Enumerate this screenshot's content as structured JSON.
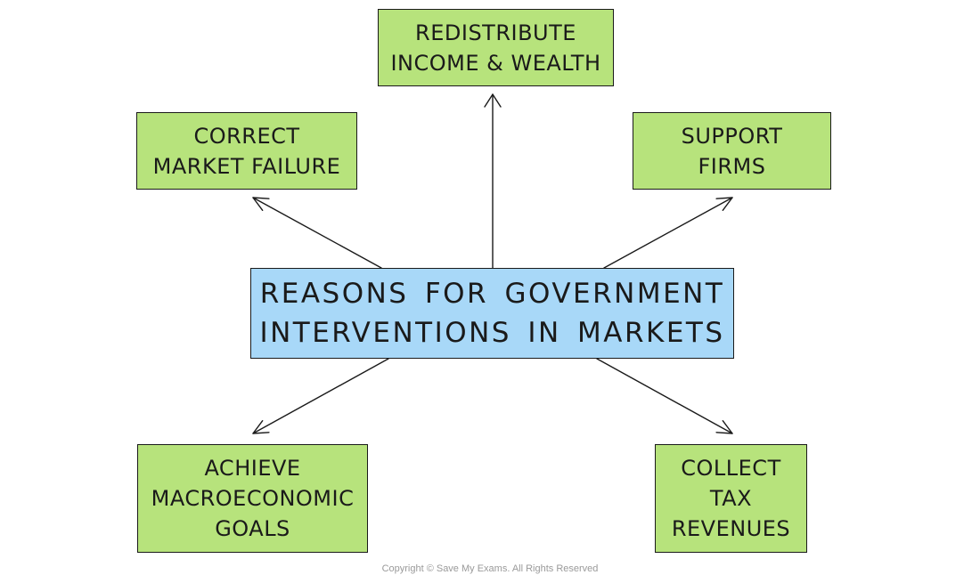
{
  "center": {
    "lines": [
      "REASONS FOR GOVERNMENT",
      "INTERVENTIONS IN MARKETS"
    ]
  },
  "nodes": {
    "top": {
      "lines": [
        "REDISTRIBUTE",
        "INCOME & WEALTH"
      ]
    },
    "left": {
      "lines": [
        "CORRECT",
        "MARKET FAILURE"
      ]
    },
    "right": {
      "lines": [
        "SUPPORT",
        "FIRMS"
      ]
    },
    "bottom_left": {
      "lines": [
        "ACHIEVE",
        "MACROECONOMIC",
        "GOALS"
      ]
    },
    "bottom_right": {
      "lines": [
        "COLLECT",
        "TAX",
        "REVENUES"
      ]
    }
  },
  "footer": {
    "copyright": "Copyright © Save My Exams. All Rights Reserved"
  },
  "colors": {
    "node_fill": "#b7e37c",
    "center_fill": "#a8d8f8",
    "stroke": "#1a1a1a"
  }
}
